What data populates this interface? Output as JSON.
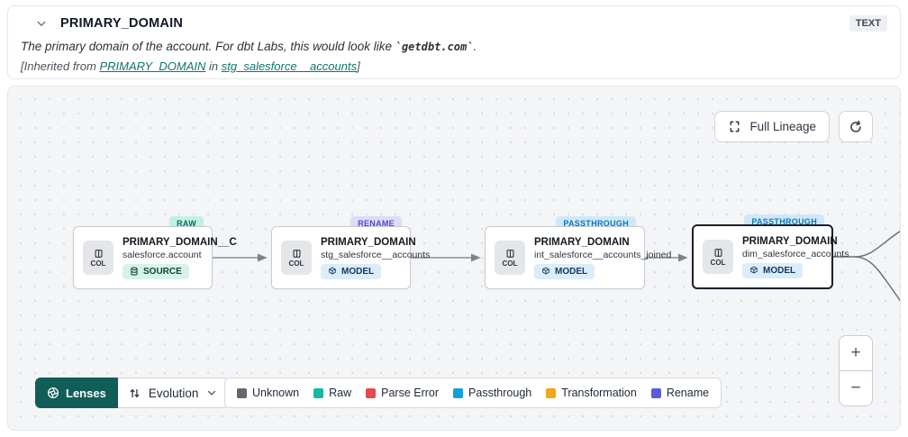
{
  "header": {
    "title": "PRIMARY_DOMAIN",
    "type_badge": "TEXT",
    "description": {
      "prefix": "The primary domain of the account. For dbt Labs, this would look like ",
      "code": "`getdbt.com`",
      "suffix": "."
    },
    "inherited": {
      "prefix": "[Inherited from ",
      "column_link": "PRIMARY_DOMAIN",
      "middle": " in ",
      "model_link": "stg_salesforce__accounts",
      "suffix": "]"
    }
  },
  "canvas": {
    "full_lineage_button": "Full Lineage",
    "zoom_in": "+",
    "zoom_out": "−"
  },
  "nodes": [
    {
      "evolution_badge": "RAW",
      "col_chip": "COL",
      "title": "PRIMARY_DOMAIN__C",
      "subtitle": "salesforce.account",
      "resource_type": "SOURCE",
      "selected": false
    },
    {
      "evolution_badge": "RENAME",
      "col_chip": "COL",
      "title": "PRIMARY_DOMAIN",
      "subtitle": "stg_salesforce__accounts",
      "resource_type": "MODEL",
      "selected": false
    },
    {
      "evolution_badge": "PASSTHROUGH",
      "col_chip": "COL",
      "title": "PRIMARY_DOMAIN",
      "subtitle": "int_salesforce__accounts_joined",
      "resource_type": "MODEL",
      "selected": false
    },
    {
      "evolution_badge": "PASSTHROUGH",
      "col_chip": "COL",
      "title": "PRIMARY_DOMAIN",
      "subtitle": "dim_salesforce_accounts",
      "resource_type": "MODEL",
      "selected": true
    }
  ],
  "lens_bar": {
    "lenses_label": "Lenses",
    "selected_lens": "Evolution"
  },
  "legend": {
    "items": [
      {
        "label": "Unknown",
        "color": "#63666d"
      },
      {
        "label": "Raw",
        "color": "#16b8a0"
      },
      {
        "label": "Parse Error",
        "color": "#e5484d"
      },
      {
        "label": "Passthrough",
        "color": "#12a0dc"
      },
      {
        "label": "Transformation",
        "color": "#f2a516"
      },
      {
        "label": "Rename",
        "color": "#5a5cd9"
      }
    ]
  },
  "icons": {
    "collapse": "chevron-down-icon",
    "expand_lineage": "frame-corners-icon",
    "refresh": "refresh-icon",
    "column": "column-icon",
    "source": "database-icon",
    "model": "cube-icon",
    "lenses": "aperture-icon",
    "evolution": "swap-vertical-icon",
    "dropdown": "chevron-down-icon"
  },
  "colors": {
    "lenses_button_bg": "#115e59",
    "link_teal": "#0e756d",
    "badge_raw_bg": "#c2f0e2",
    "badge_raw_text": "#0c6e60",
    "badge_rename_bg": "#dedcf9",
    "badge_rename_text": "#514bc9",
    "badge_passthrough_bg": "#cfe8f9",
    "badge_passthrough_text": "#0b79b8",
    "source_pill_bg": "#d6f3ea",
    "model_pill_bg": "#dbecfa",
    "edge": "#8a8f98",
    "canvas_bg": "#f4f5f7"
  }
}
